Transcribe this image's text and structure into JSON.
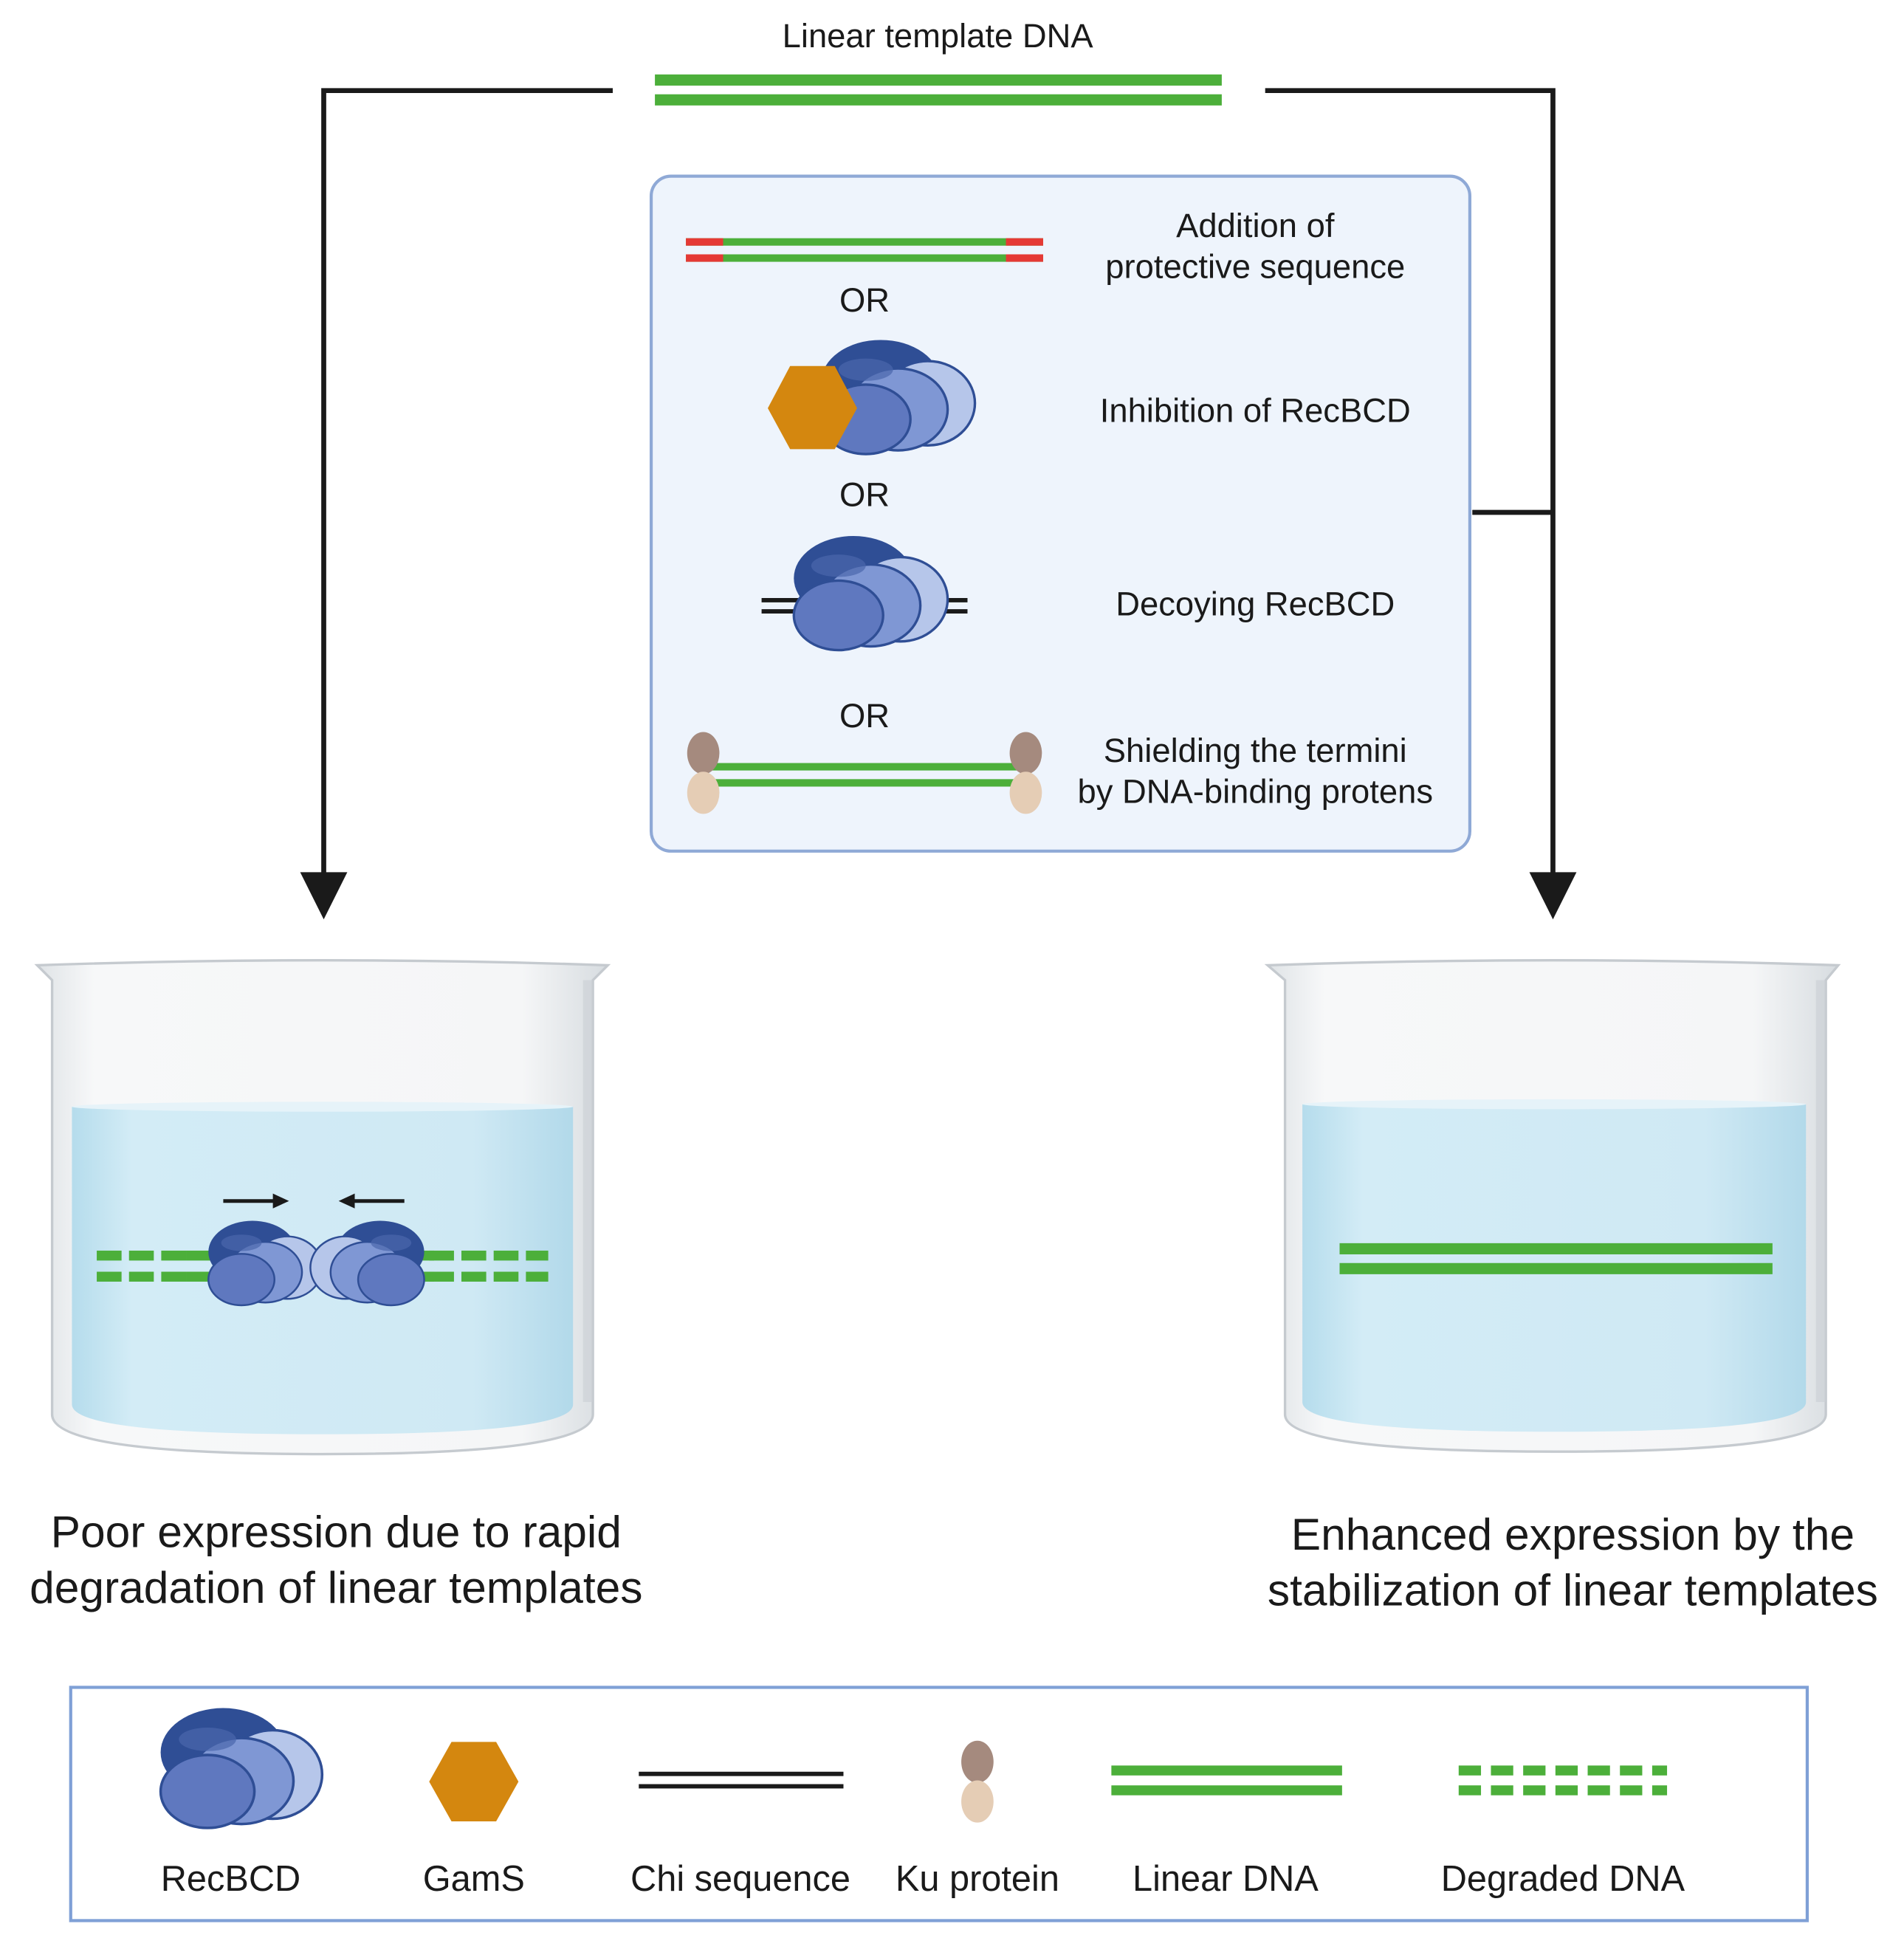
{
  "header": {
    "label": "Linear template DNA"
  },
  "strategies": {
    "protective": {
      "line1": "Addition of",
      "line2": "protective sequence"
    },
    "or1": "OR",
    "inhibition": {
      "label": "Inhibition of RecBCD"
    },
    "or2": "OR",
    "decoy": {
      "label": "Decoying RecBCD"
    },
    "or3": "OR",
    "shielding": {
      "line1": "Shielding the termini",
      "line2": "by DNA-binding protens"
    }
  },
  "outcomes": {
    "left": {
      "line1": "Poor expression due to rapid",
      "line2": "degradation of linear templates"
    },
    "right": {
      "line1": "Enhanced expression by the",
      "line2": "stabilization of linear templates"
    }
  },
  "legend": {
    "recbcd": "RecBCD",
    "gams": "GamS",
    "chi": "Chi sequence",
    "ku": "Ku protein",
    "linear": "Linear DNA",
    "degraded": "Degraded DNA"
  },
  "colors": {
    "dna_green": "#4caf3a",
    "protective_red": "#e53935",
    "gams_orange": "#d4870f",
    "recbcd_dark": "#2f4e95",
    "recbcd_mid": "#6d85c6",
    "recbcd_light": "#a9bce6",
    "ku_top": "#a58a7e",
    "ku_bottom": "#e5cdb5",
    "panel_fill": "#eef4fc",
    "panel_border": "#8fa9d6",
    "liquid": "#c8e6f3",
    "legend_border": "#7fa0d6"
  }
}
